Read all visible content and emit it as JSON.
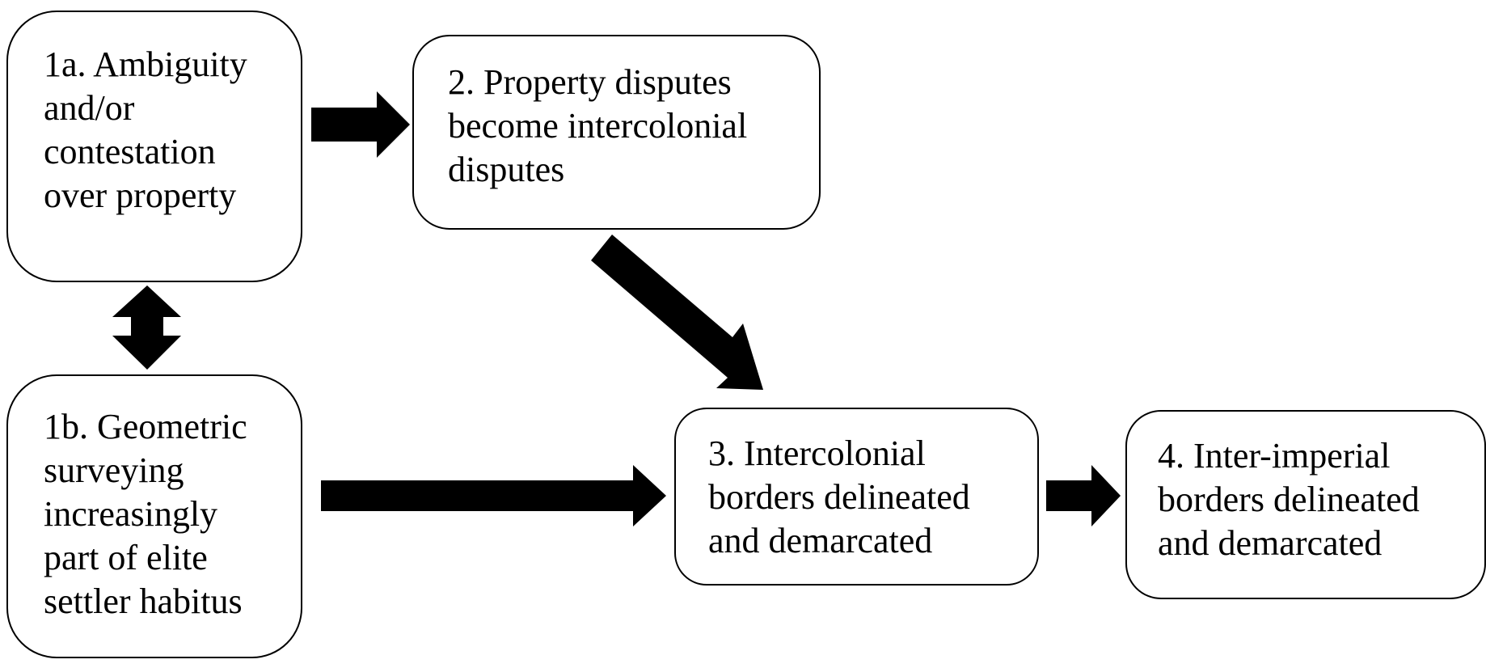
{
  "diagram": {
    "nodes": [
      {
        "id": "1a",
        "label": "1a. Ambiguity\nand/or\ncontestation\nover property"
      },
      {
        "id": "2",
        "label": "2. Property disputes\nbecome intercolonial\ndisputes"
      },
      {
        "id": "1b",
        "label": "1b. Geometric\nsurveying\nincreasingly\npart of elite\nsettler habitus"
      },
      {
        "id": "3",
        "label": "3. Intercolonial\nborders delineated\nand demarcated"
      },
      {
        "id": "4",
        "label": "4. Inter-imperial\nborders delineated\nand demarcated"
      }
    ],
    "edges": [
      {
        "from": "1a",
        "to": "2",
        "type": "directed"
      },
      {
        "from": "1a",
        "to": "1b",
        "type": "bidirectional"
      },
      {
        "from": "2",
        "to": "3",
        "type": "directed"
      },
      {
        "from": "1b",
        "to": "3",
        "type": "directed"
      },
      {
        "from": "3",
        "to": "4",
        "type": "directed"
      }
    ],
    "colors": {
      "stroke": "#000000",
      "fill": "#ffffff",
      "arrow": "#000000"
    }
  }
}
